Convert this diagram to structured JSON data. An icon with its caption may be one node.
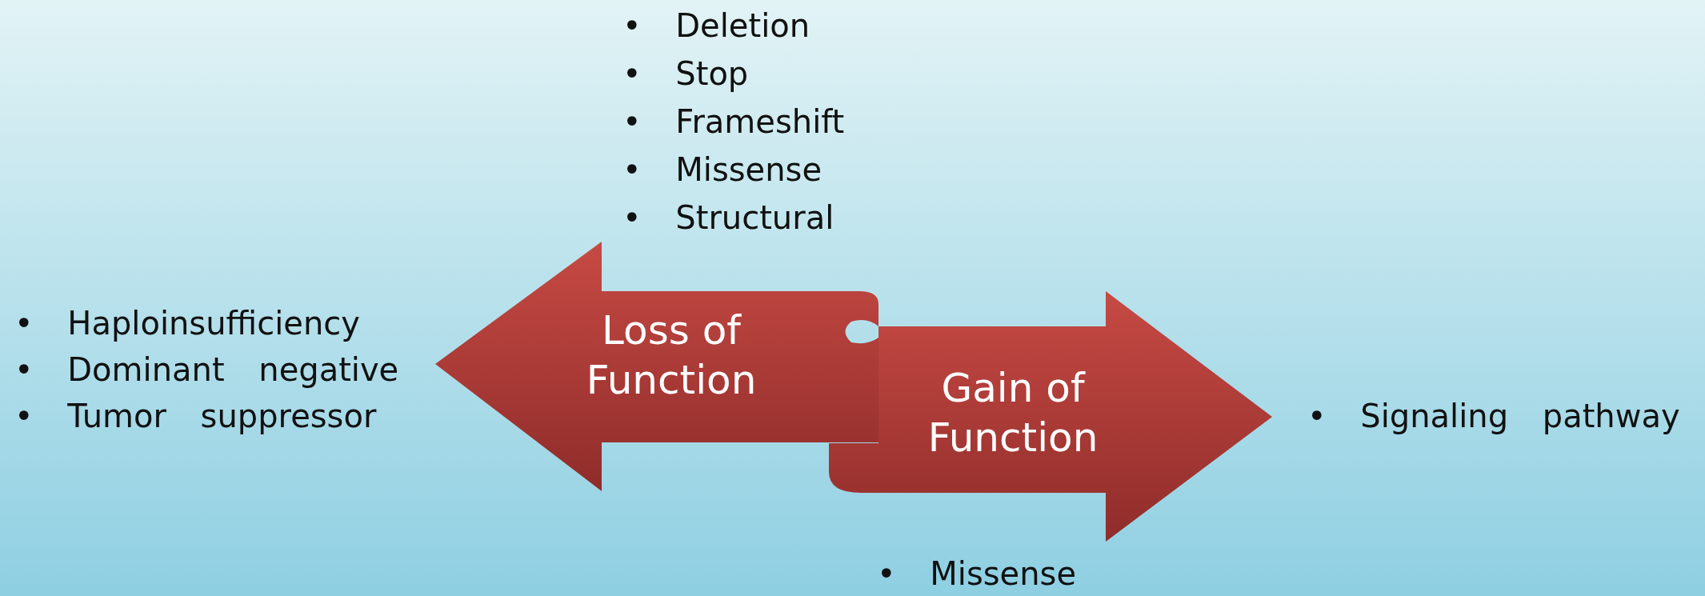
{
  "diagram": {
    "nodes": [
      {
        "text": [
          "Loss of Function"
        ]
      },
      {
        "text": [
          "Gain of Function"
        ]
      }
    ],
    "labels": [
      "• Deletion",
      "• Stop",
      "• Frameshift",
      "• Missense",
      "• Structural",
      "• Haploinsufficiency",
      "• Dominant negative",
      "• Tumor suppressor",
      "• Signaling pathway",
      "• Missense"
    ]
  }
}
